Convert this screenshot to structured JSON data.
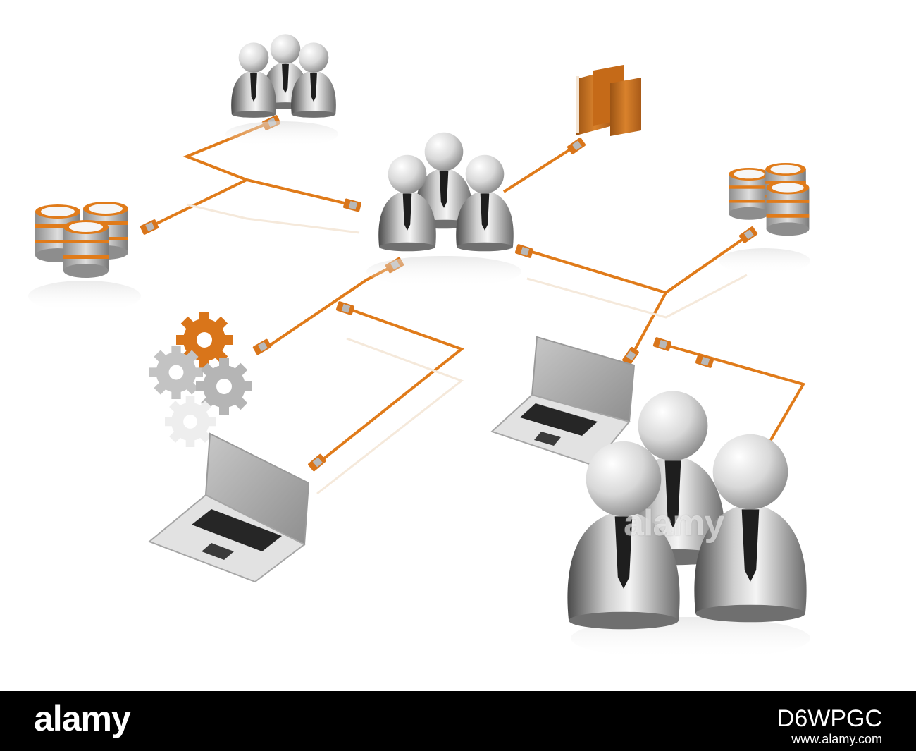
{
  "watermark_text": "alamy",
  "footer": {
    "logo": "alamy",
    "image_code": "D6WPGC",
    "url": "www.alamy.com"
  },
  "colors": {
    "cable": "#e07b1a",
    "connector": "#d9751a",
    "figure_light": "#f2f2f2",
    "figure_dark": "#5c5c5c",
    "folder": "#c96d1c",
    "footer_bg": "#000000"
  },
  "scene_objects": [
    "people-group-top",
    "people-group-center",
    "people-group-foreground",
    "database-left",
    "database-right",
    "folders",
    "gears",
    "laptop-left",
    "laptop-right"
  ]
}
